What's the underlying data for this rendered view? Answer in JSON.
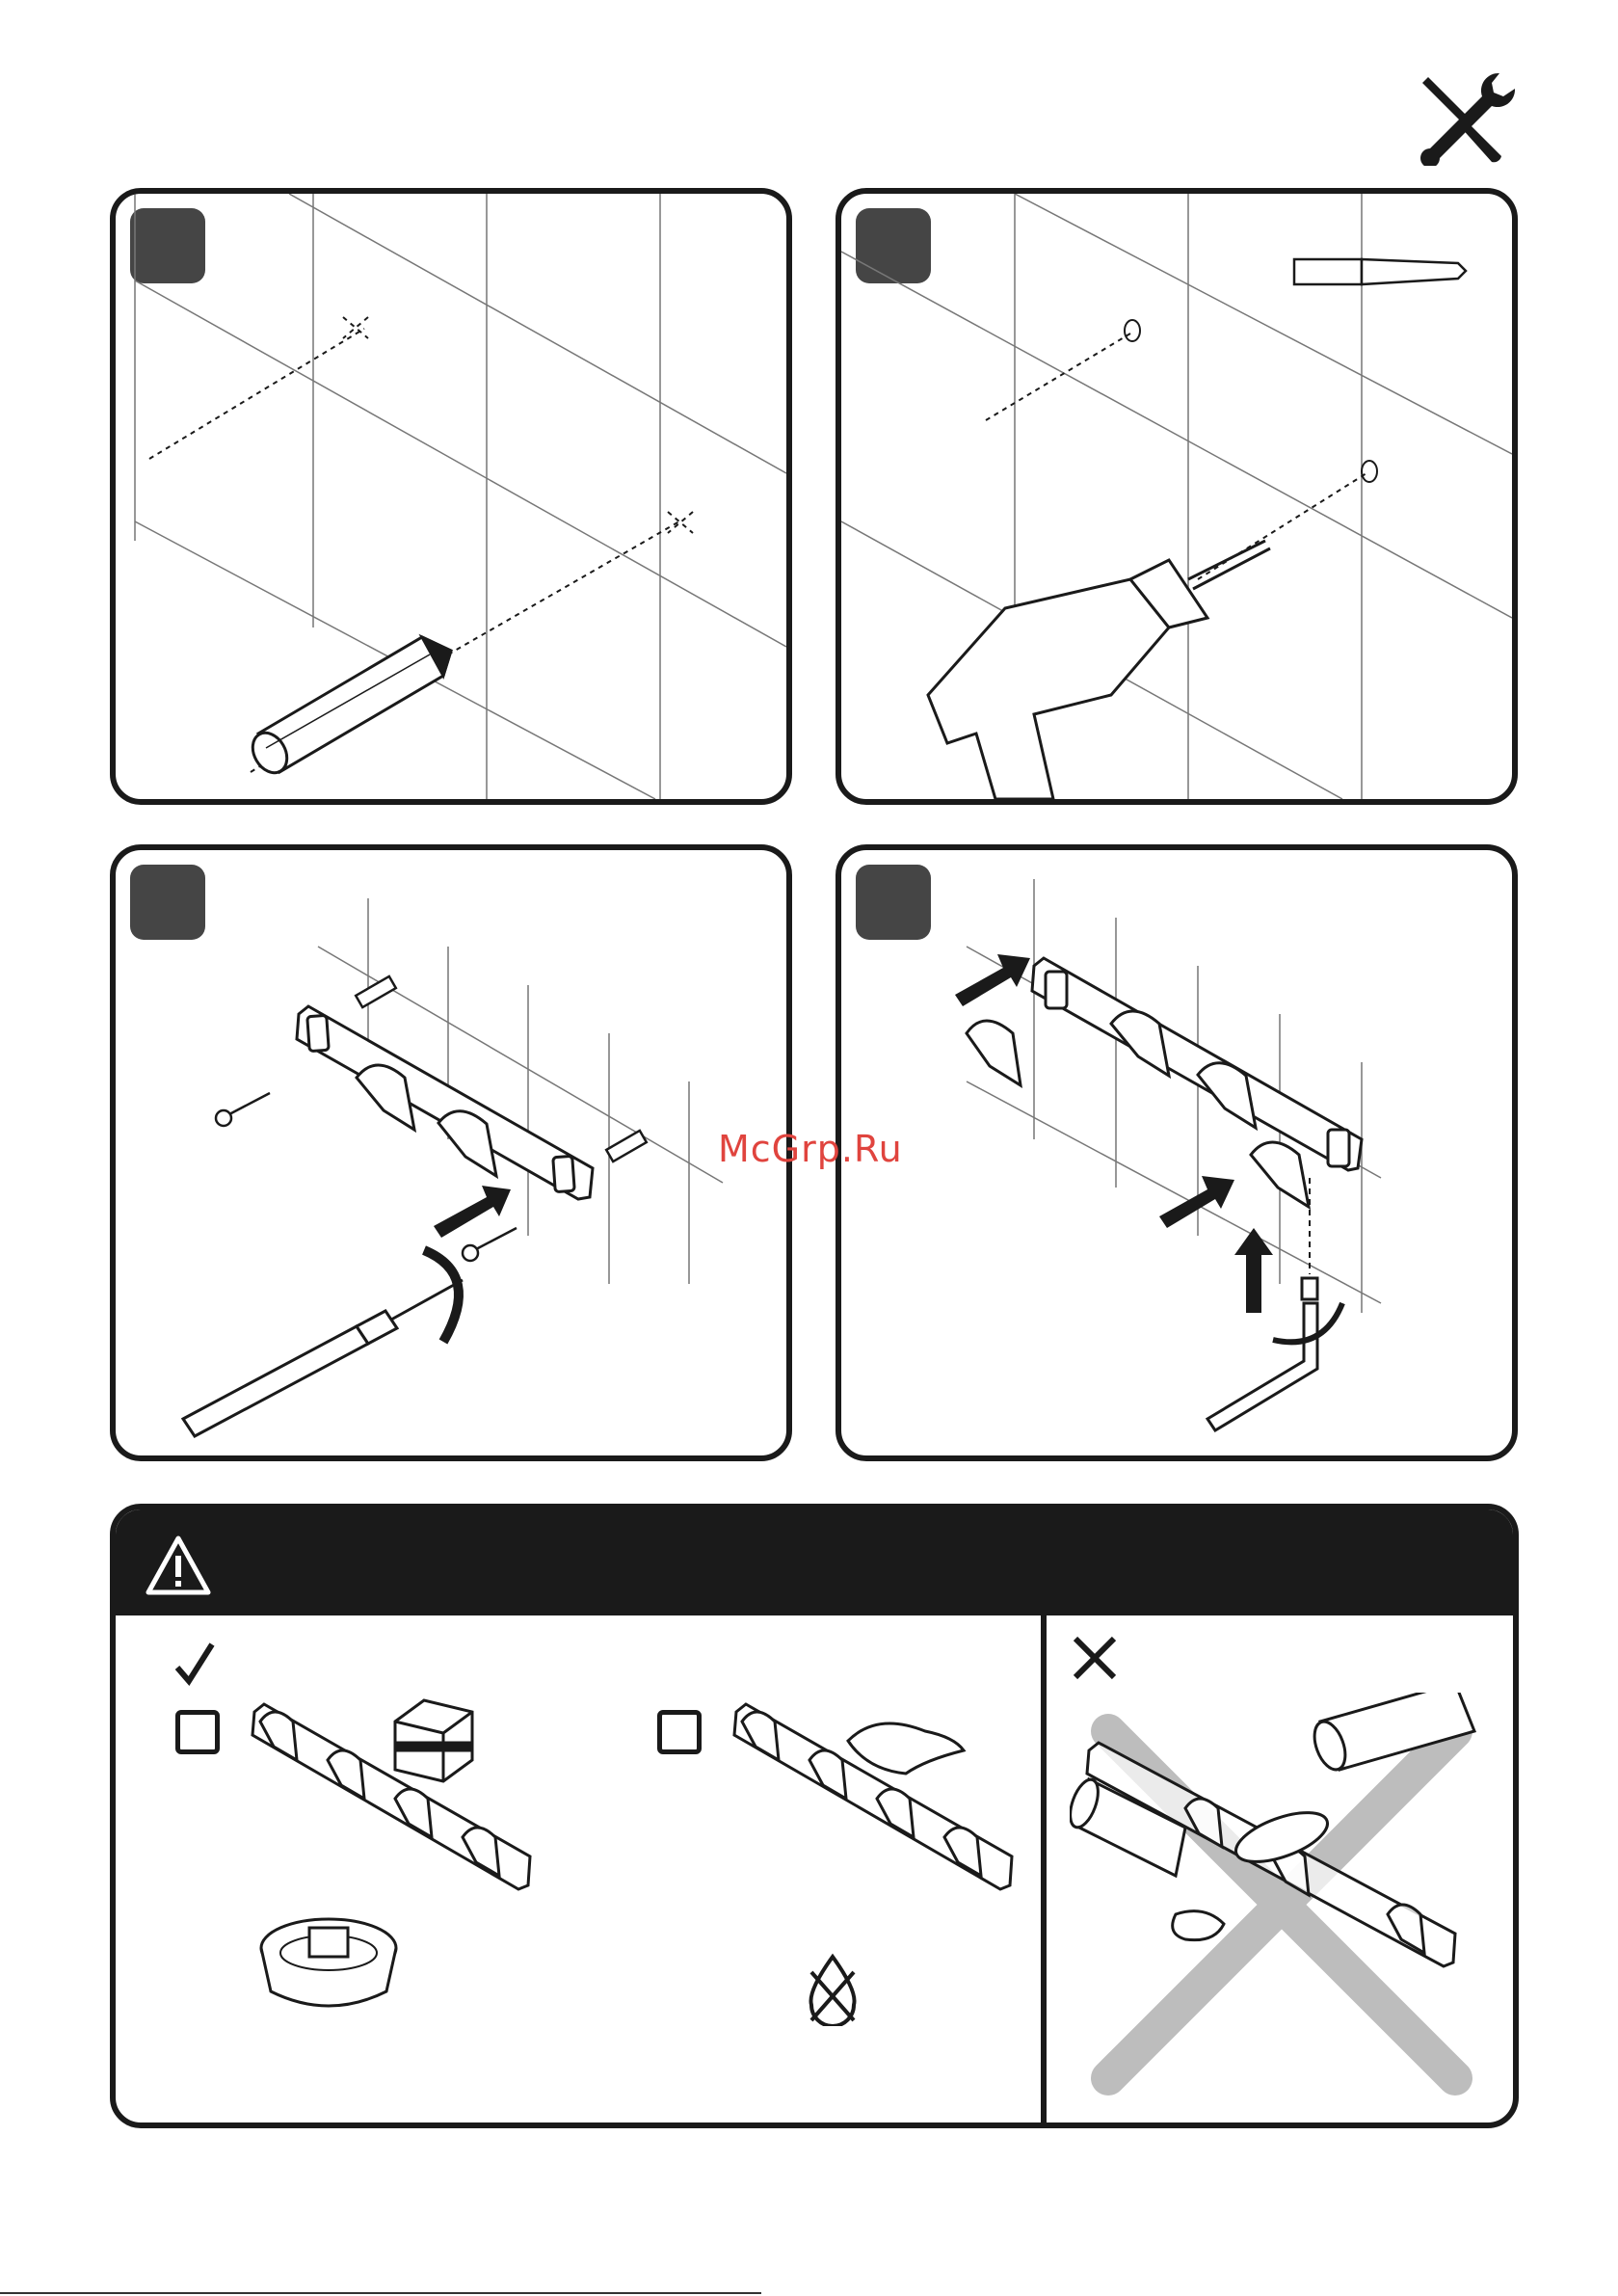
{
  "watermark": {
    "text": "McGrp.Ru"
  },
  "icons": {
    "tools": "wrench-screwdriver-icon",
    "warning": "warning-triangle-icon",
    "check": "check-icon",
    "cross": "cross-icon",
    "no_water": "no-water-drop-icon"
  },
  "colors": {
    "line": "#1a1a1a",
    "badge": "#454545",
    "watermark": "#e0443e",
    "forbidden_x": "#bdbdbd"
  },
  "steps": [
    {
      "id": 1,
      "illustration": "mark-drill-points-with-pencil"
    },
    {
      "id": 2,
      "illustration": "drill-holes"
    },
    {
      "id": 3,
      "illustration": "insert-dowels-and-screw-rail"
    },
    {
      "id": 4,
      "illustration": "attach-hooks-and-tighten-with-hex-key"
    }
  ],
  "care": {
    "ok_items": [
      "sponge-with-soapy-water",
      "dry-cloth"
    ],
    "not_ok_items": [
      "abrasive-powder",
      "chemical-cleaner"
    ]
  }
}
